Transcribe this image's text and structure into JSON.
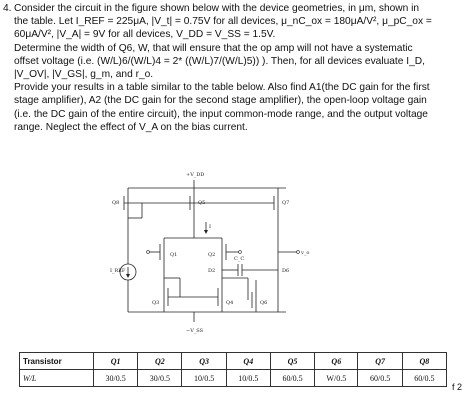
{
  "problem": {
    "number": "4.",
    "line1": "Consider the circuit in the figure shown below with the device geometries, in μm, shown in",
    "line2": "the table. Let I_REF = 225μA, |V_t| = 0.75V for all devices, μ_nC_ox = 180μA/V², μ_pC_ox =",
    "line3": "60μA/V², |V_A| = 9V for all devices, V_DD = V_SS = 1.5V.",
    "line4": "Determine the width of Q6, W, that will ensure that the op amp will not have a systematic",
    "line5": "offset voltage (i.e. (W/L)6/(W/L)4 = 2* ((W/L)7/(W/L)5)) ). Then, for all devices evaluate I_D,",
    "line6": "|V_OV|, |V_GS|, g_m, and r_o.",
    "line7": "Provide your results in a table similar to the table below. Also find A1(the DC gain for the first",
    "line8": "stage amplifier), A2 (the DC gain for the second stage amplifier), the open-loop voltage gain",
    "line9": "(i.e. the DC gain of the entire circuit), the input common-mode range, and the output voltage",
    "line10": "range. Neglect the effect of V_A on the bias current."
  },
  "circuit": {
    "vdd_label": "+V_DD",
    "vss_label": "−V_SS",
    "iref_label": "I_REF",
    "i_label": "I",
    "cc_label": "C_C",
    "vout_label": "v_o",
    "q1": "Q1",
    "q2": "Q2",
    "q3": "Q3",
    "q4": "Q4",
    "q5": "Q5",
    "q6": "Q6",
    "q7": "Q7",
    "q8": "Q8",
    "d2": "D2",
    "d6": "D6"
  },
  "table": {
    "headers": [
      "Transistor",
      "Q1",
      "Q2",
      "Q3",
      "Q4",
      "Q5",
      "Q6",
      "Q7",
      "Q8"
    ],
    "row_label": "W/L",
    "values": [
      "30/0.5",
      "30/0.5",
      "10/0.5",
      "10/0.5",
      "60/0.5",
      "W/0.5",
      "60/0.5",
      "60/0.5"
    ]
  },
  "page_tag": "f 2"
}
